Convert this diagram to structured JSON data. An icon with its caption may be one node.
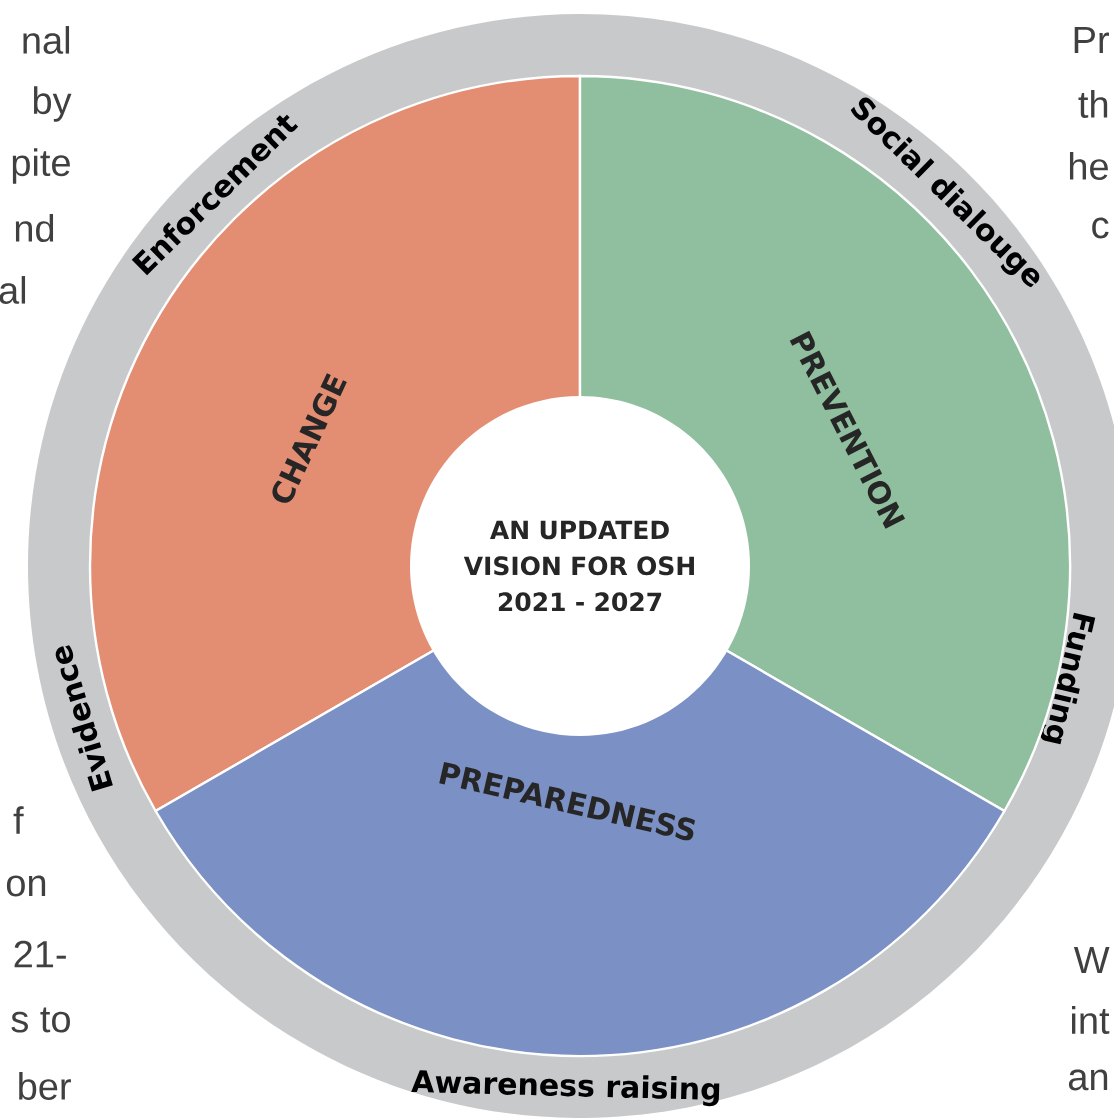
{
  "diagram": {
    "nodes": [
      {
        "text": [
          "Enforcement",
          "Social dialouge",
          "Funding",
          "Awareness raising",
          "Evidence"
        ]
      },
      {
        "text": [
          "CHANGE"
        ],
        "in": 0
      },
      {
        "text": [
          "PREVENTION"
        ],
        "in": 0
      },
      {
        "text": [
          "PREPAREDNESS"
        ],
        "in": 0
      },
      {
        "text": [
          "AN UPDATED VISION FOR OSH 2021 - 2027"
        ],
        "in": 0
      }
    ],
    "labels": [
      "nal",
      "by",
      "Pr",
      "pite",
      "th",
      "nd",
      "he",
      "al",
      "c",
      "f",
      "on",
      "21-",
      "W",
      "s to",
      "int",
      "ber",
      "an"
    ]
  }
}
